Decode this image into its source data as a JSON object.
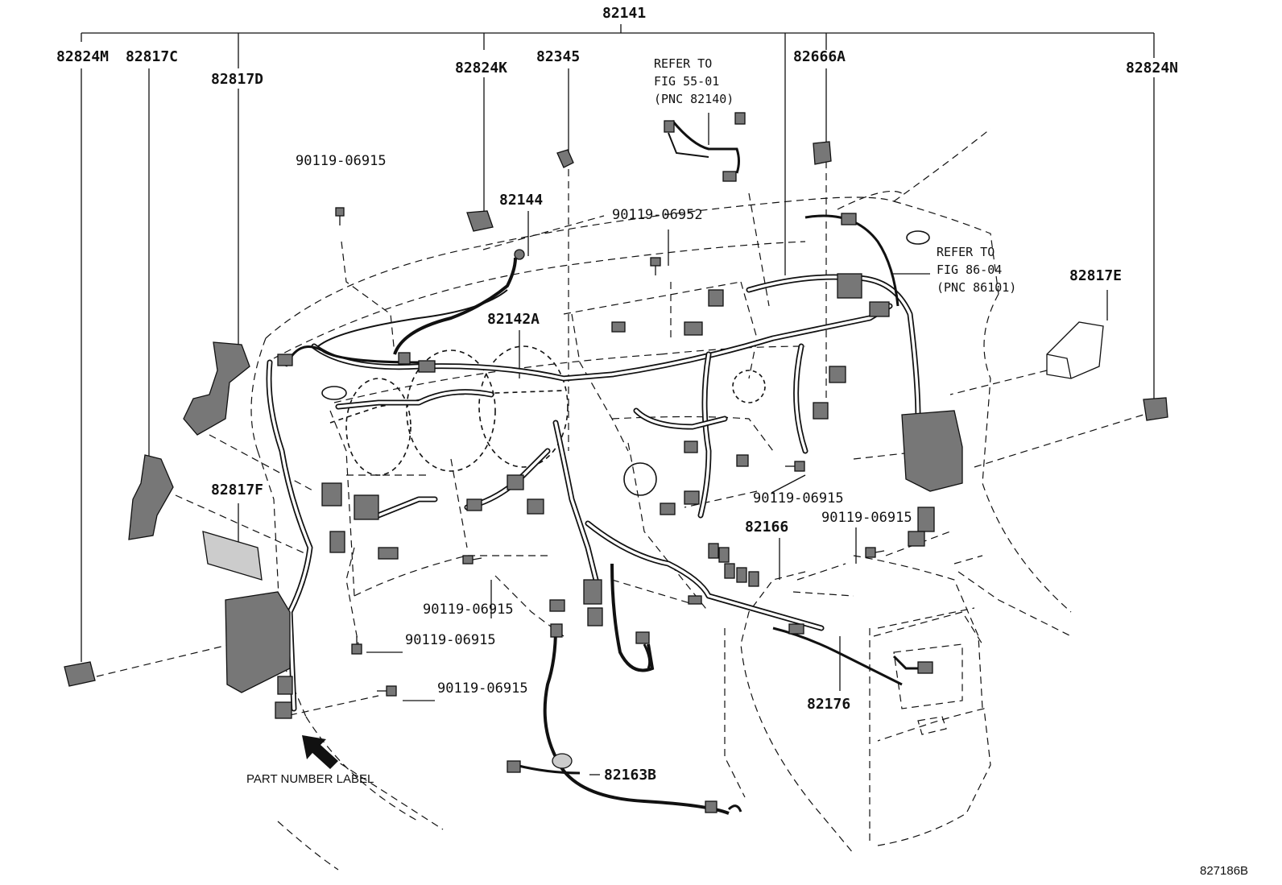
{
  "callouts": {
    "top_assembly": "82141",
    "c_82824M": "82824M",
    "c_82817C": "82817C",
    "c_82817D": "82817D",
    "c_82824K": "82824K",
    "c_82345": "82345",
    "c_82666A": "82666A",
    "c_82824N": "82824N",
    "c_82144": "82144",
    "c_82142A": "82142A",
    "c_82817E": "82817E",
    "c_82817F": "82817F",
    "c_82166": "82166",
    "c_82176": "82176",
    "c_82163B": "82163B"
  },
  "bolts": {
    "b1": "90119-06915",
    "b2": "90119-06952",
    "b3": "90119-06915",
    "b4": "90119-06915",
    "b5": "90119-06915",
    "b6": "90119-06915",
    "b7": "90119-06915"
  },
  "references": {
    "ref1": {
      "line1": "REFER TO",
      "line2": "FIG 55-01",
      "line3": "(PNC 82140)"
    },
    "ref2": {
      "line1": "REFER TO",
      "line2": "FIG 86-04",
      "line3": "(PNC 86101)"
    }
  },
  "part_number_label": "PART NUMBER LABEL",
  "figure_id": "827186B"
}
